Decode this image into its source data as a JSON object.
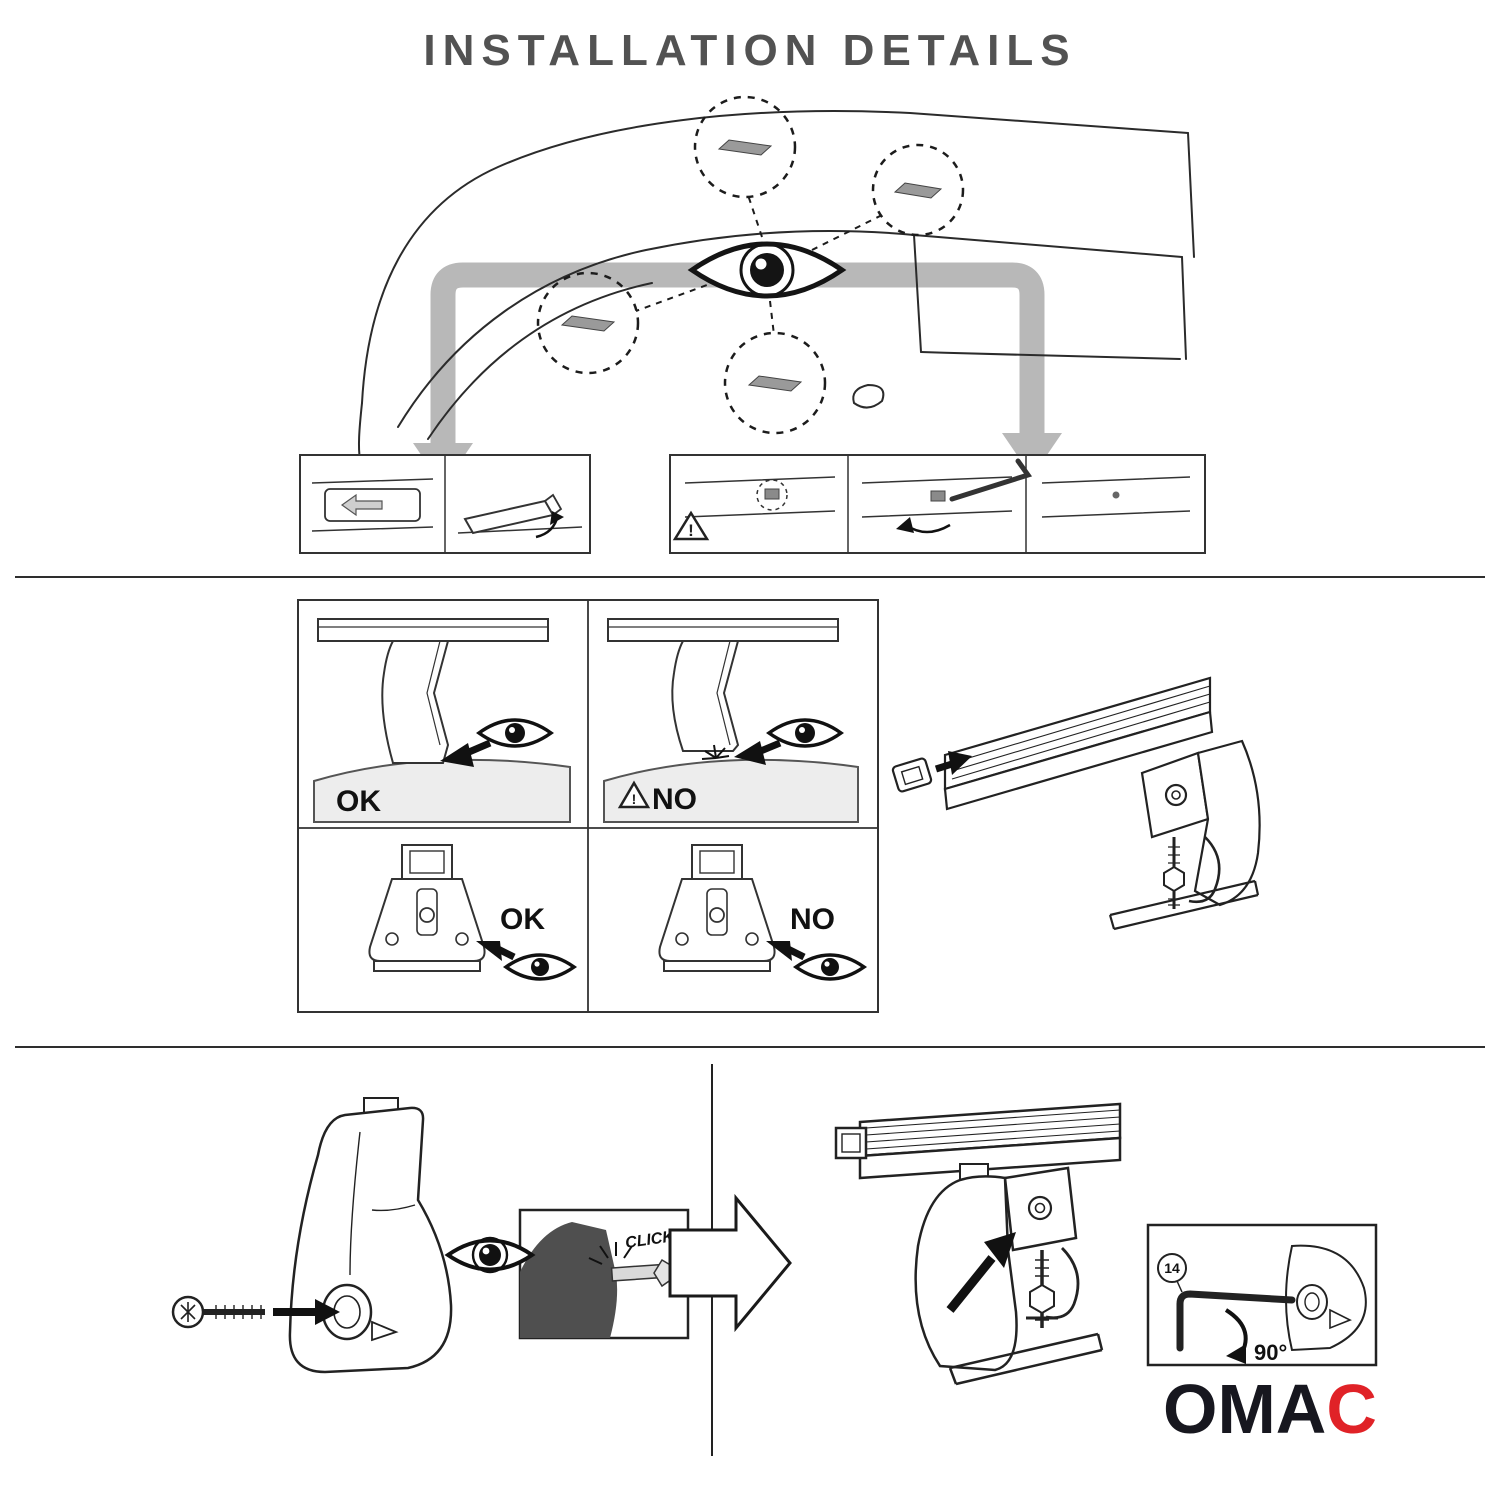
{
  "page": {
    "title": "INSTALLATION DETAILS"
  },
  "labels": {
    "ok": "OK",
    "no": "NO",
    "click": "CLICK!",
    "part_ref": "14",
    "angle": "90°",
    "exclamation": "!"
  },
  "brand": {
    "name_dark": "OMA",
    "name_red": "C"
  },
  "colors": {
    "line": "#222222",
    "flow_arrow_gray": "#b8b8b8",
    "roof_shade": "#ededed",
    "title_gray": "#525252",
    "brand_dark": "#17171f",
    "brand_red": "#e02227",
    "silhouette_gray": "#4f4f4f"
  }
}
